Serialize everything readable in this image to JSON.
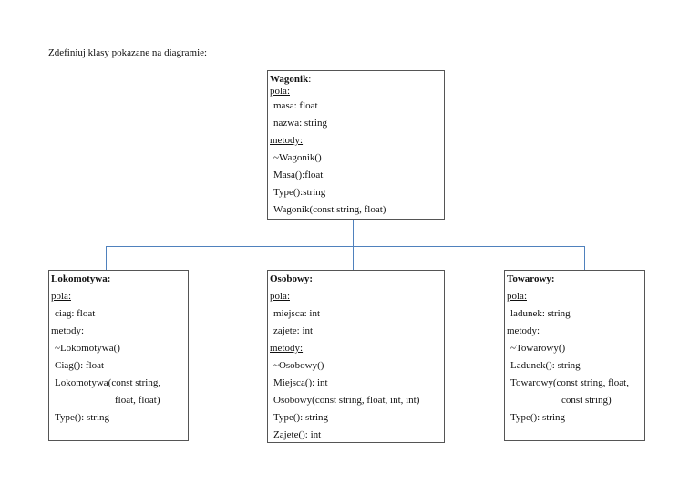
{
  "intro": "Zdefiniuj klasy pokazane na diagramie:",
  "line_color": "#4f81bd",
  "wagonik": {
    "title": "Wagonik",
    "title_suffix": ":",
    "fields_label": "pola:",
    "fields": [
      "masa: float",
      "nazwa: string"
    ],
    "methods_label": "metody:",
    "methods": [
      "~Wagonik()",
      "Masa():float",
      "Type():string",
      "Wagonik(const string, float)"
    ]
  },
  "lokomotywa": {
    "title": "Lokomotywa:",
    "fields_label": "pola:",
    "fields": [
      "ciag: float"
    ],
    "methods_label": "metody:",
    "methods": [
      "~Lokomotywa()",
      "Ciag(): float",
      "Lokomotywa(const string,",
      "float, float)",
      "Type(): string"
    ]
  },
  "osobowy": {
    "title": "Osobowy:",
    "fields_label": "pola:",
    "fields": [
      "miejsca: int",
      "zajete: int"
    ],
    "methods_label": "metody:",
    "methods": [
      "~Osobowy()",
      "Miejsca(): int",
      "Osobowy(const string, float, int, int)",
      "Type(): string",
      "Zajete(): int"
    ]
  },
  "towarowy": {
    "title": "Towarowy:",
    "fields_label": "pola:",
    "fields": [
      "ladunek: string"
    ],
    "methods_label": "metody:",
    "methods": [
      "~Towarowy()",
      "Ladunek(): string",
      "Towarowy(const string, float,",
      "const string)",
      "Type(): string"
    ]
  }
}
